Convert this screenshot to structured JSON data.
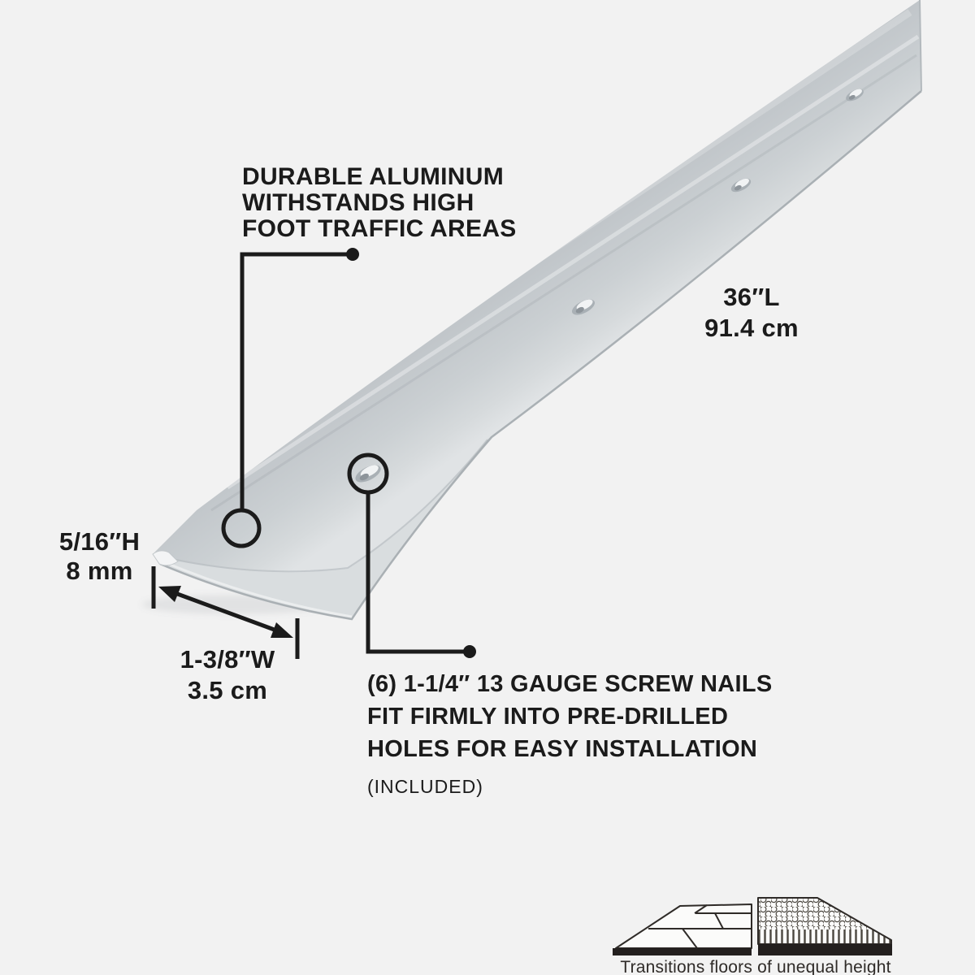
{
  "page": {
    "background": "#f2f2f2",
    "line_color": "#1b1b1b",
    "icon_ink": "#2f2b28",
    "metal_light": "#e0e3e5",
    "metal_dark": "#c0c5c9"
  },
  "callouts": {
    "durable": {
      "lines": [
        "DURABLE ALUMINUM",
        "WITHSTANDS HIGH",
        "FOOT TRAFFIC AREAS"
      ]
    },
    "length": {
      "imperial": "36″L",
      "metric": "91.4 cm"
    },
    "height": {
      "imperial": "5/16″H",
      "metric": "8 mm"
    },
    "width": {
      "imperial": "1-3/8″W",
      "metric": "3.5 cm"
    },
    "nails": {
      "lines": [
        "(6) 1-1/4″ 13 GAUGE SCREW NAILS",
        "FIT FIRMLY INTO PRE-DRILLED",
        "HOLES FOR EASY INSTALLATION"
      ],
      "note": "(INCLUDED)"
    }
  },
  "footer": {
    "caption": "Transitions floors of unequal height"
  }
}
